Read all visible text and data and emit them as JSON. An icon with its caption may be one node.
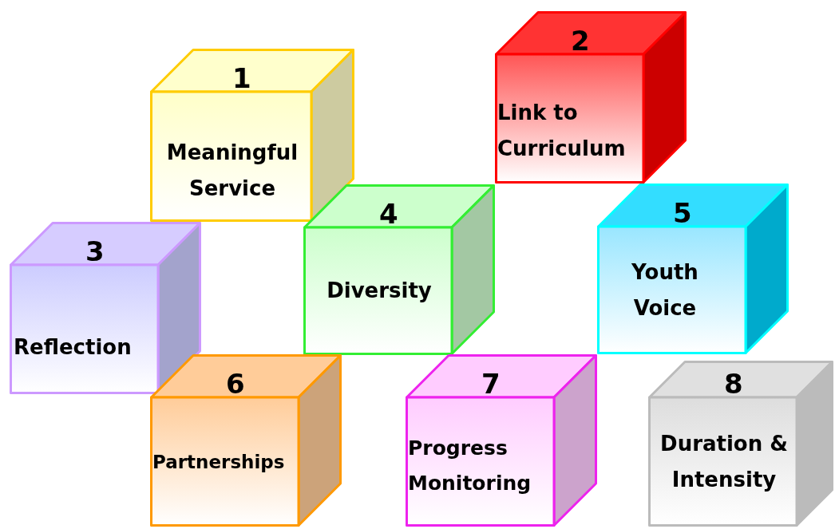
{
  "diagram": {
    "nodes": [
      {
        "text": [
          "1",
          "Meaningful Service"
        ]
      },
      {
        "text": [
          "2",
          "Link to Curriculum"
        ]
      },
      {
        "text": [
          "3",
          "Reflection"
        ]
      },
      {
        "text": [
          "4",
          "Diversity"
        ]
      },
      {
        "text": [
          "5",
          "Youth Voice"
        ]
      },
      {
        "text": [
          "6",
          "Partnerships"
        ]
      },
      {
        "text": [
          "7",
          "Progress Monitoring"
        ]
      },
      {
        "text": [
          "8",
          "Duration & Intensity"
        ]
      }
    ]
  }
}
